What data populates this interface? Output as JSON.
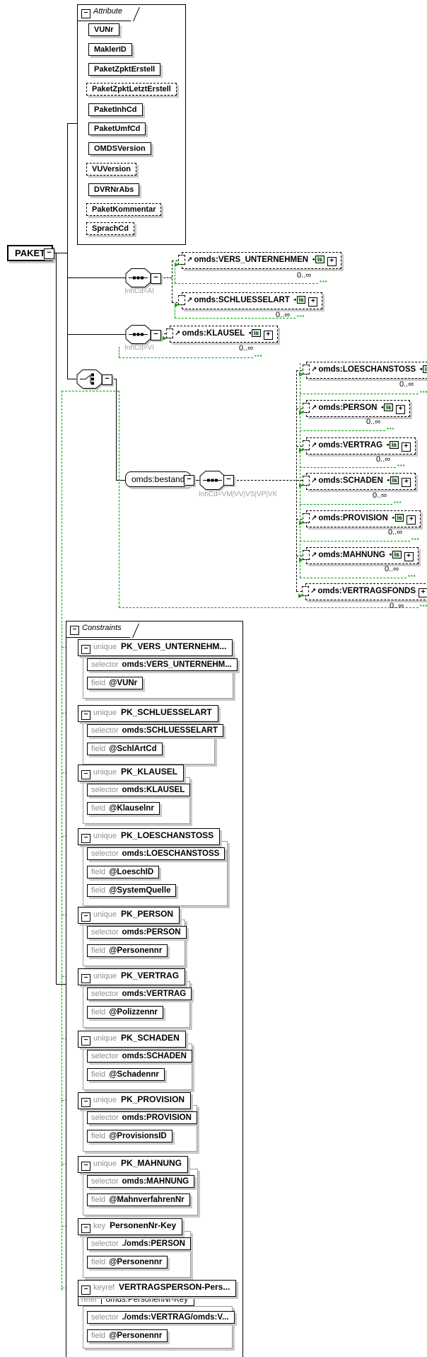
{
  "root_label": "PAKET",
  "attributes": {
    "title": "Attribute",
    "items": [
      {
        "label": "VUNr",
        "optional": false
      },
      {
        "label": "MaklerID",
        "optional": false
      },
      {
        "label": "PaketZpktErstell",
        "optional": false
      },
      {
        "label": "PaketZpktLetztErstell",
        "optional": true
      },
      {
        "label": "PaketInhCd",
        "optional": false
      },
      {
        "label": "PaketUmfCd",
        "optional": false
      },
      {
        "label": "OMDSVersion",
        "optional": false
      },
      {
        "label": "VUVersion",
        "optional": true
      },
      {
        "label": "DVRNrAbs",
        "optional": false
      },
      {
        "label": "PaketKommentar",
        "optional": true
      },
      {
        "label": "SprachCd",
        "optional": true
      }
    ]
  },
  "groups": {
    "ai": {
      "kind": "sequence",
      "condition": "InhCd=AI"
    },
    "vi": {
      "kind": "sequence",
      "condition": "InhCd=VI"
    },
    "bestand": {
      "kind": "choice",
      "label": "omds:bestand",
      "condition": "InhCd=VM|VV|VS|VP|VK"
    }
  },
  "elements": {
    "vers_unternehmen": {
      "name": "omds:VERS_UNTERNEHMEN",
      "occurs": "0..∞"
    },
    "schluesselart": {
      "name": "omds:SCHLUESSELART",
      "occurs": "0..∞"
    },
    "klausel": {
      "name": "omds:KLAUSEL",
      "occurs": "0..∞"
    },
    "loeschanstoss": {
      "name": "omds:LOESCHANSTOSS",
      "occurs": "0..∞"
    },
    "person": {
      "name": "omds:PERSON",
      "occurs": "0..∞"
    },
    "vertrag": {
      "name": "omds:VERTRAG",
      "occurs": "0..∞"
    },
    "schaden": {
      "name": "omds:SCHADEN",
      "occurs": "0..∞"
    },
    "provision": {
      "name": "omds:PROVISION",
      "occurs": "0..∞"
    },
    "mahnung": {
      "name": "omds:MAHNUNG",
      "occurs": "0..∞"
    },
    "vertragsfonds": {
      "name": "omds:VERTRAGSFONDS",
      "occurs": "0..∞"
    }
  },
  "icons": {
    "substitution": "is",
    "plus": "+",
    "minus": "−",
    "ref_arrow": "↗",
    "green_arrow": "▶",
    "dots": "▪▪▪"
  },
  "constraints": {
    "title": "Constraints",
    "keywords": {
      "unique": "unique",
      "key": "key",
      "keyref": "keyref",
      "selector": "selector",
      "field": "field",
      "refer": "refer"
    },
    "items": [
      {
        "kind": "unique",
        "name": "PK_VERS_UNTERNEHM...",
        "selector": "omds:VERS_UNTERNEHM...",
        "fields": [
          "@VUNr"
        ]
      },
      {
        "kind": "unique",
        "name": "PK_SCHLUESSELART",
        "selector": "omds:SCHLUESSELART",
        "fields": [
          "@SchlArtCd"
        ]
      },
      {
        "kind": "unique",
        "name": "PK_KLAUSEL",
        "selector": "omds:KLAUSEL",
        "fields": [
          "@Klauselnr"
        ]
      },
      {
        "kind": "unique",
        "name": "PK_LOESCHANSTOSS",
        "selector": "omds:LOESCHANSTOSS",
        "fields": [
          "@LoeschID",
          "@SystemQuelle"
        ]
      },
      {
        "kind": "unique",
        "name": "PK_PERSON",
        "selector": "omds:PERSON",
        "fields": [
          "@Personennr"
        ]
      },
      {
        "kind": "unique",
        "name": "PK_VERTRAG",
        "selector": "omds:VERTRAG",
        "fields": [
          "@Polizzennr"
        ]
      },
      {
        "kind": "unique",
        "name": "PK_SCHADEN",
        "selector": "omds:SCHADEN",
        "fields": [
          "@Schadennr"
        ]
      },
      {
        "kind": "unique",
        "name": "PK_PROVISION",
        "selector": "omds:PROVISION",
        "fields": [
          "@ProvisionsID"
        ]
      },
      {
        "kind": "unique",
        "name": "PK_MAHNUNG",
        "selector": "omds:MAHNUNG",
        "fields": [
          "@MahnverfahrenNr"
        ]
      },
      {
        "kind": "key",
        "name": "PersonenNr-Key",
        "selector": "./omds:PERSON",
        "fields": [
          "@Personennr"
        ]
      },
      {
        "kind": "keyref",
        "name": "VERTRAGSPERSON-Pers...",
        "refer": "omds:PersonenNr-Key",
        "selector": "./omds:VERTRAG/omds:V...",
        "fields": [
          "@Personennr"
        ]
      }
    ]
  }
}
